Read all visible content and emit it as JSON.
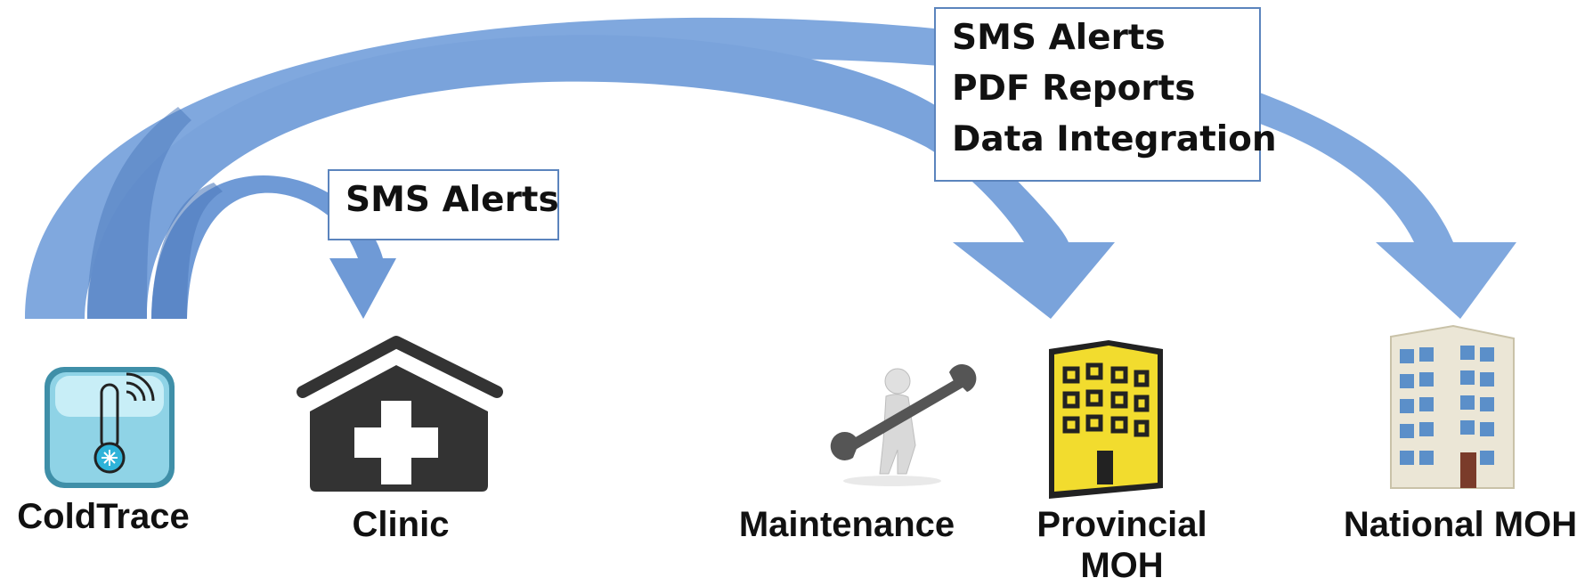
{
  "nodes": {
    "coldtrace": "ColdTrace",
    "clinic": "Clinic",
    "maintenance": "Maintenance",
    "provincial_line1": "Provincial",
    "provincial_line2": "MOH",
    "national": "National MOH"
  },
  "callouts": {
    "clinic_box": [
      "SMS Alerts"
    ],
    "moh_box": [
      "SMS Alerts",
      "PDF Reports",
      "Data Integration"
    ]
  },
  "colors": {
    "arrow_light": "#7fa6dc",
    "arrow_dark": "#4f7cbc",
    "box_border": "#5b84bd",
    "icon_dark": "#333333",
    "building_yellow": "#f2dc2e"
  },
  "icons": [
    "thermometer-icon",
    "clinic-icon",
    "mechanic-wrench-icon",
    "building-icon",
    "office-tower-icon"
  ]
}
